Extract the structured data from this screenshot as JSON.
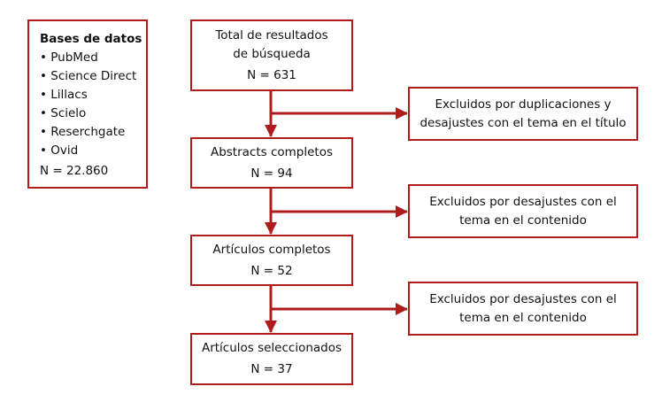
{
  "databases": {
    "title": "Bases de datos",
    "items": [
      "• PubMed",
      "• Science Direct",
      "• Lillacs",
      "• Scielo",
      "• Reserchgate",
      "• Ovid"
    ],
    "total": "N = 22.860"
  },
  "steps": [
    {
      "label": "Total de resultados de búsqueda",
      "n": "N = 631"
    },
    {
      "label": "Abstracts completos",
      "n": "N = 94"
    },
    {
      "label": "Artículos completos",
      "n": "N = 52"
    },
    {
      "label": "Artículos seleccionados",
      "n": "N = 37"
    }
  ],
  "exclusions": [
    "Excluidos por duplicaciones y desajustes con el tema en el título",
    "Excluidos por desajustes con el tema en el contenido",
    "Excluidos por desajustes con el tema en el contenido"
  ],
  "colors": {
    "accent": "#b01c1c"
  }
}
